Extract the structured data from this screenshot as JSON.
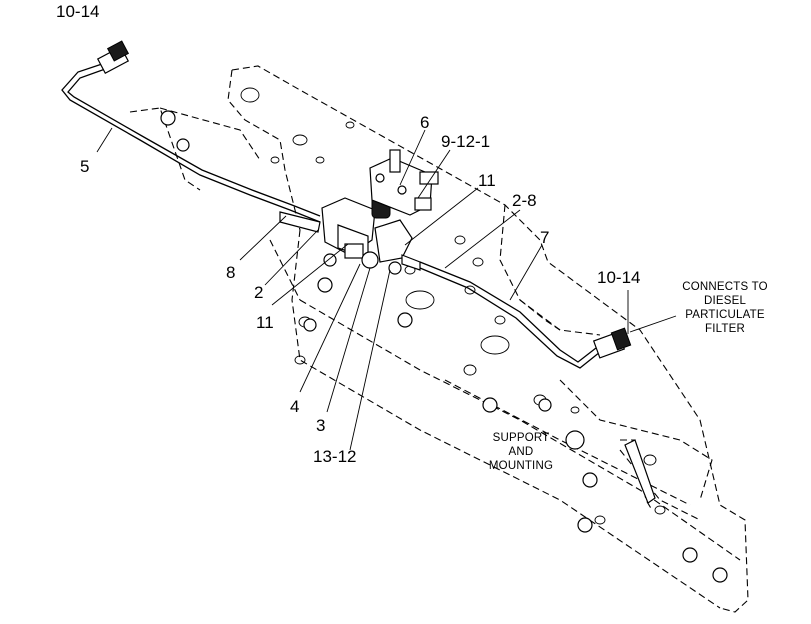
{
  "callouts": {
    "top_left": "10-14",
    "tube_left": "5",
    "six": "6",
    "nine_twelve_one": "9-12-1",
    "eleven_top": "11",
    "two_eight": "2-8",
    "seven": "7",
    "eight": "8",
    "two": "2",
    "eleven_bottom": "11",
    "four": "4",
    "three": "3",
    "thirteen_twelve": "13-12",
    "right_fitting": "10-14"
  },
  "notes": {
    "connects": [
      "CONNECTS TO",
      "DIESEL",
      "PARTICULATE",
      "FILTER"
    ],
    "support": [
      "SUPPORT",
      "AND",
      "MOUNTING"
    ]
  }
}
